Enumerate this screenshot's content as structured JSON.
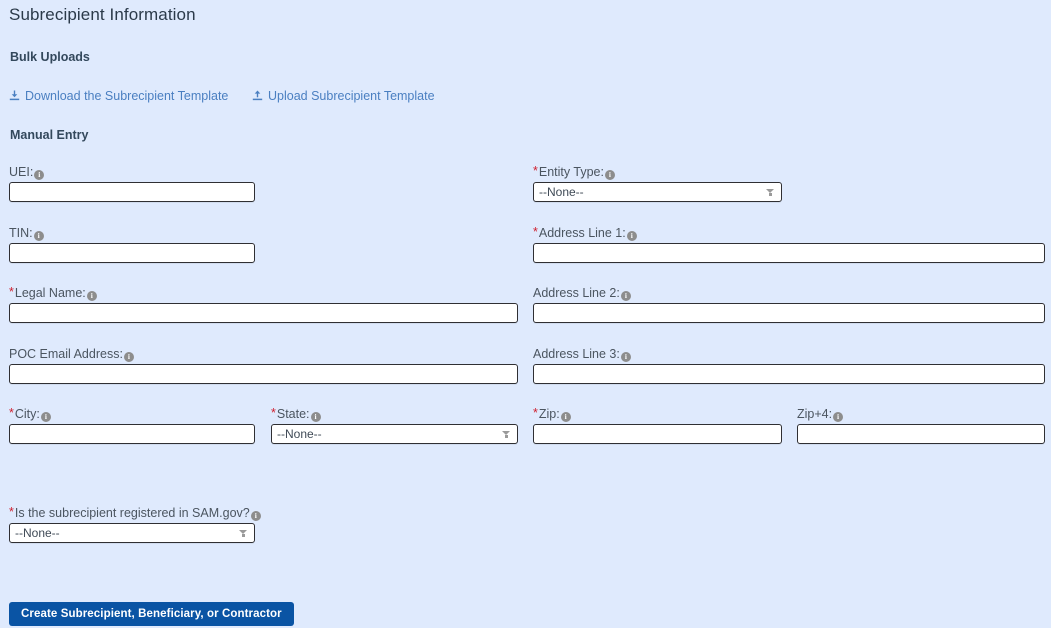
{
  "page": {
    "title": "Subrecipient Information",
    "background_color": "#dfeafd"
  },
  "bulk_uploads": {
    "heading": "Bulk Uploads",
    "links": [
      {
        "label": "Download the Subrecipient Template",
        "icon": "download-icon"
      },
      {
        "label": "Upload Subrecipient Template",
        "icon": "upload-icon"
      }
    ],
    "link_color": "#4a7fc1"
  },
  "manual_entry": {
    "heading": "Manual Entry",
    "fields": [
      {
        "key": "uei",
        "label": "UEI:",
        "required": false,
        "type": "text",
        "value": "",
        "info": "info-icon"
      },
      {
        "key": "entity_type",
        "label": "Entity Type:",
        "required": true,
        "type": "select",
        "value": "--None--",
        "info": "info-icon"
      },
      {
        "key": "tin",
        "label": "TIN:",
        "required": false,
        "type": "text",
        "value": "",
        "info": "info-icon"
      },
      {
        "key": "address_line_1",
        "label": "Address Line 1:",
        "required": true,
        "type": "text",
        "value": "",
        "info": "info-icon"
      },
      {
        "key": "legal_name",
        "label": "Legal Name:",
        "required": true,
        "type": "text",
        "value": "",
        "info": "info-icon"
      },
      {
        "key": "address_line_2",
        "label": "Address Line 2:",
        "required": false,
        "type": "text",
        "value": "",
        "info": "info-icon"
      },
      {
        "key": "poc_email",
        "label": "POC Email Address:",
        "required": false,
        "type": "text",
        "value": "",
        "info": "info-icon"
      },
      {
        "key": "address_line_3",
        "label": "Address Line 3:",
        "required": false,
        "type": "text",
        "value": "",
        "info": "info-icon"
      },
      {
        "key": "city",
        "label": "City:",
        "required": true,
        "type": "text",
        "value": "",
        "info": "info-icon"
      },
      {
        "key": "state",
        "label": "State:",
        "required": true,
        "type": "select",
        "value": "--None--",
        "info": "info-icon"
      },
      {
        "key": "zip",
        "label": "Zip:",
        "required": true,
        "type": "text",
        "value": "",
        "info": "info-icon"
      },
      {
        "key": "zip4",
        "label": "Zip+4:",
        "required": false,
        "type": "text",
        "value": "",
        "info": "info-icon"
      },
      {
        "key": "sam_registered",
        "label": "Is the subrecipient registered in SAM.gov?",
        "required": true,
        "type": "select",
        "value": "--None--",
        "info": "info-icon"
      }
    ],
    "select_placeholder": "--None--",
    "required_marker": "*"
  },
  "submit": {
    "label": "Create Subrecipient, Beneficiary, or Contractor",
    "color": "#0a54a4"
  }
}
